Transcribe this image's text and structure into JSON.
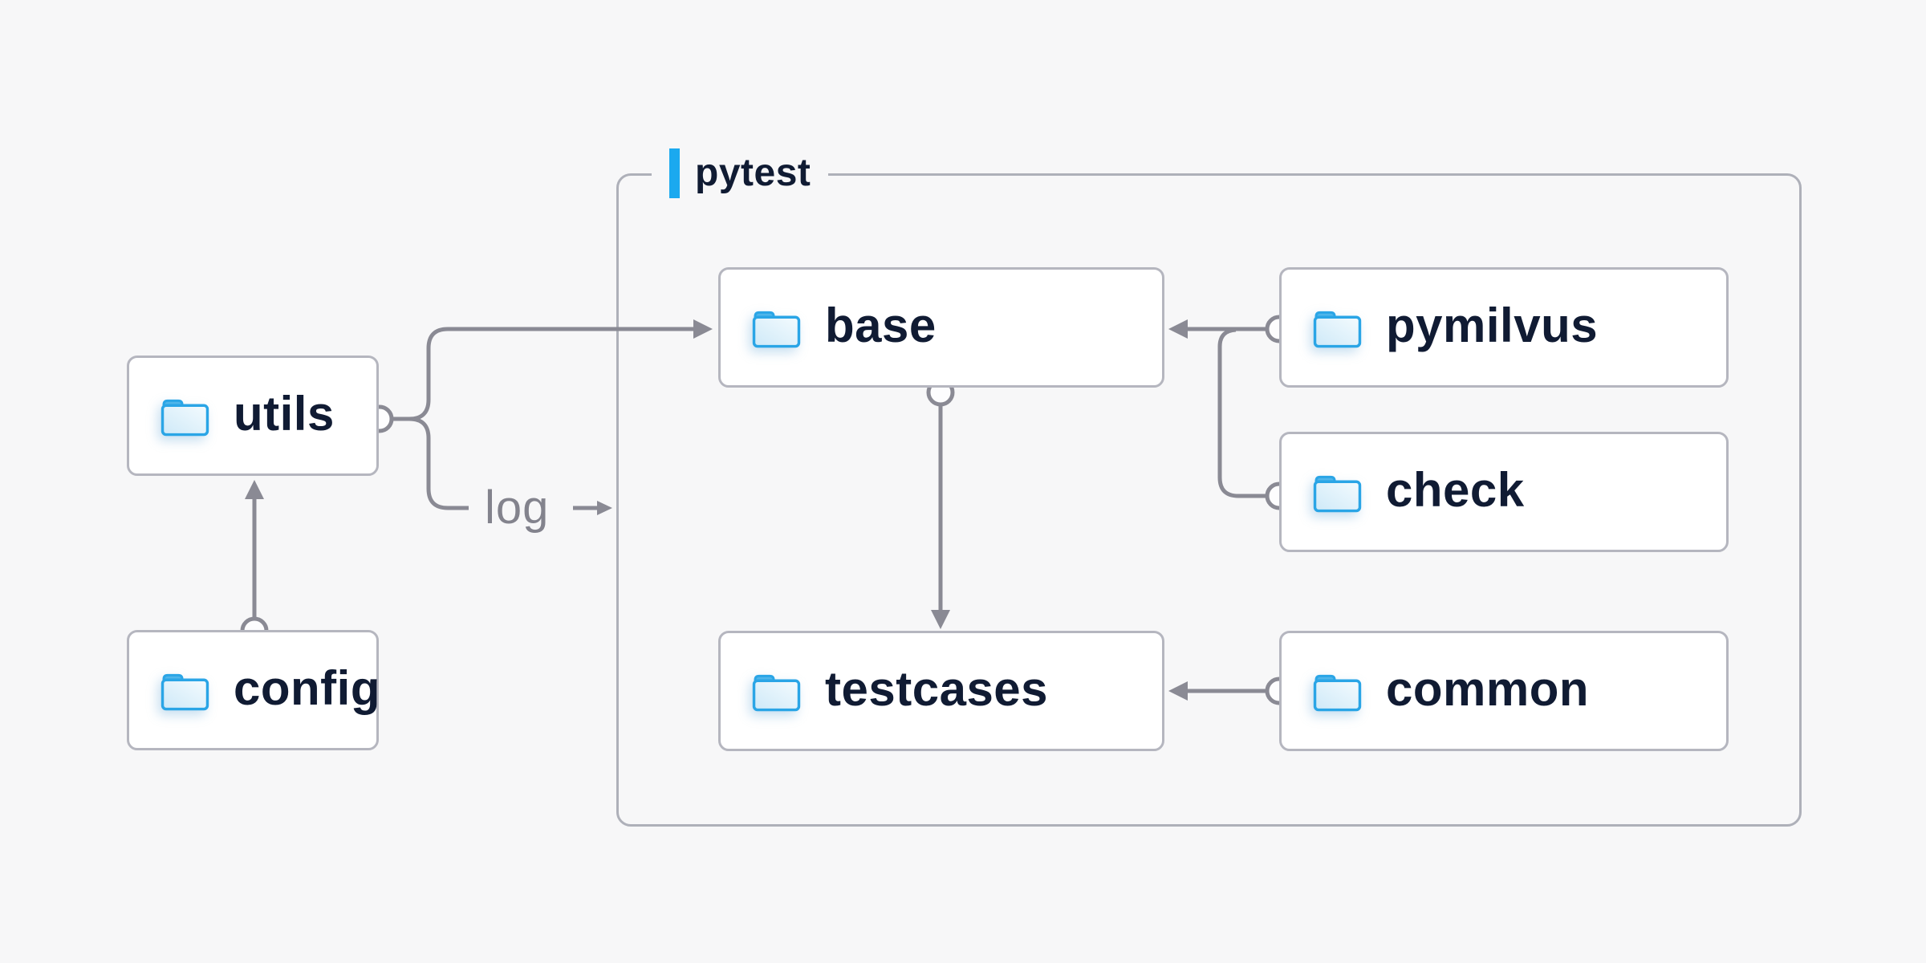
{
  "diagram": {
    "title": "",
    "background": "#f7f7f8"
  },
  "container": {
    "label": "pytest"
  },
  "nodes": [
    {
      "id": "utils",
      "label": "utils",
      "icon": "folder-icon",
      "inside_container": false
    },
    {
      "id": "config",
      "label": "config",
      "icon": "folder-icon",
      "inside_container": false
    },
    {
      "id": "base",
      "label": "base",
      "icon": "folder-icon",
      "inside_container": true
    },
    {
      "id": "pymilvus",
      "label": "pymilvus",
      "icon": "folder-icon",
      "inside_container": true
    },
    {
      "id": "check",
      "label": "check",
      "icon": "folder-icon",
      "inside_container": true
    },
    {
      "id": "testcases",
      "label": "testcases",
      "icon": "folder-icon",
      "inside_container": true
    },
    {
      "id": "common",
      "label": "common",
      "icon": "folder-icon",
      "inside_container": true
    }
  ],
  "edges": [
    {
      "from": "config",
      "to": "utils",
      "type": "arrow",
      "note": "circle start at config top, arrowhead at utils bottom"
    },
    {
      "from": "utils",
      "to": "base",
      "type": "arrow",
      "note": "circle start at utils right, forked line, arrowhead at base left"
    },
    {
      "from": "utils",
      "to": "log",
      "type": "branch",
      "note": "lower fork branch ends at log annotation"
    },
    {
      "from": "log",
      "to": "pytest",
      "type": "small-arrow",
      "note": "short arrow pointing at pytest container border"
    },
    {
      "from": "base",
      "to": "testcases",
      "type": "arrow",
      "note": "circle start at base bottom, arrowhead at testcases top"
    },
    {
      "from": "pymilvus",
      "to": "base",
      "type": "arrow",
      "note": "circle start at pymilvus left, arrowhead at base right"
    },
    {
      "from": "check",
      "to": "base",
      "type": "join",
      "note": "circle start at check left, joins pymilvus-to-base line"
    },
    {
      "from": "common",
      "to": "testcases",
      "type": "arrow",
      "note": "circle start at common left, arrowhead at testcases right"
    }
  ],
  "annotations": {
    "log": "log"
  },
  "colors": {
    "background": "#f7f7f8",
    "node_fill": "#ffffff",
    "node_border": "#b5b6bf",
    "container_border": "#aeb0b9",
    "text_navy": "#101b33",
    "line_gray": "#8a8a94",
    "log_text_gray": "#83838d",
    "accent_blue": "#1ba9ef",
    "folder_stroke": "#2aa5e6",
    "folder_fill_light": "#f2fafe",
    "folder_fill_dark": "#cee9f8",
    "folder_tab": "#4fb5ea"
  }
}
